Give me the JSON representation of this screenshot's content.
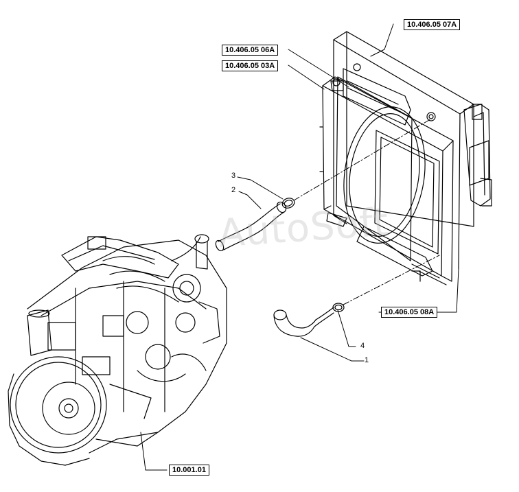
{
  "references": {
    "ref_07A": "10.406.05 07A",
    "ref_06A": "10.406.05 06A",
    "ref_03A": "10.406.05 03A",
    "ref_08A": "10.406.05 08A",
    "ref_engine": "10.001.01"
  },
  "callouts": {
    "c1": "1",
    "c2": "2",
    "c3": "3",
    "c4": "4"
  },
  "watermark": "AutoSoft",
  "colors": {
    "line": "#000000",
    "watermark": "#bdbdbd",
    "background": "#ffffff"
  }
}
